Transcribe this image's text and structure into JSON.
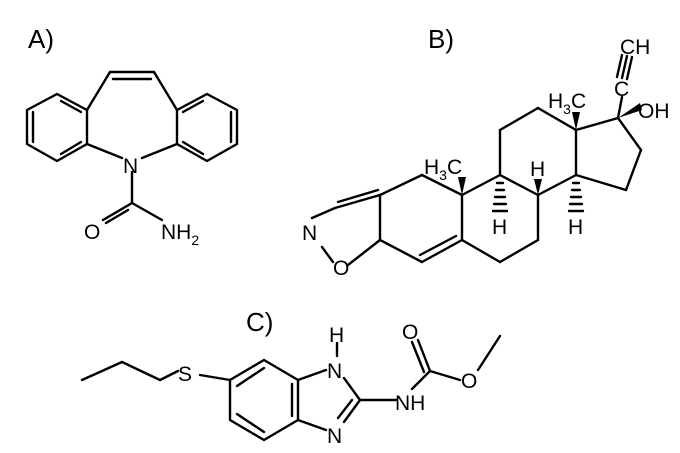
{
  "panels": {
    "a": {
      "label": "A)",
      "atoms": {
        "n": "N",
        "o": "O",
        "nh2_main": "NH",
        "nh2_sub": "2"
      }
    },
    "b": {
      "label": "B)",
      "atoms": {
        "ch": "CH",
        "c": "C",
        "oh": "OH",
        "h3c_top_h3": "H",
        "h3c_top_sub": "3",
        "h3c_top_c": "C",
        "h3c_mid_h3": "H",
        "h3c_mid_sub": "3",
        "h3c_mid_c": "C",
        "h_up": "H",
        "h_down1": "H",
        "h_down2": "H",
        "n": "N",
        "o": "O"
      }
    },
    "c": {
      "label": "C)",
      "atoms": {
        "s": "S",
        "h": "H",
        "n_top": "N",
        "n_bottom": "N",
        "nh": "NH",
        "o_top": "O",
        "o_ester": "O"
      }
    }
  }
}
